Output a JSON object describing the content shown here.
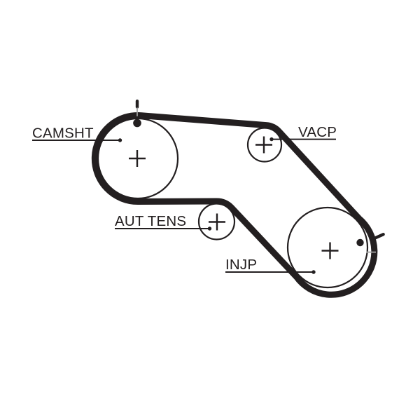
{
  "diagram": {
    "type": "timing-belt-routing-diagram",
    "background_color": "#ffffff",
    "ink_color": "#231f20",
    "notch_color": "#a0a0a0",
    "pulleys": [
      {
        "id": "camshaft",
        "label": "CAMSHT"
      },
      {
        "id": "vacuum-pump",
        "label": "VACP"
      },
      {
        "id": "automatic-tensioner",
        "label": "AUT TENS"
      },
      {
        "id": "injection-pump",
        "label": "INJP"
      }
    ]
  }
}
